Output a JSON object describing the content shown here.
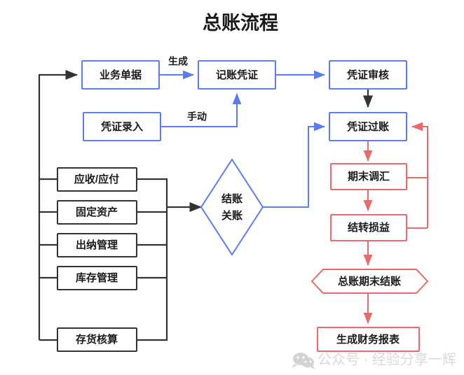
{
  "title": "总账流程",
  "colors": {
    "blue": "#5b7cf0",
    "red": "#ea6a6a",
    "black": "#333333",
    "text": "#1a1a1a",
    "watermark": "#d9d9d9",
    "background": "#ffffff"
  },
  "nodes": {
    "business_document": {
      "label": "业务单据",
      "shape": "rect",
      "color": "blue"
    },
    "accounting_voucher": {
      "label": "记账凭证",
      "shape": "rect",
      "color": "blue"
    },
    "voucher_review": {
      "label": "凭证审核",
      "shape": "rect",
      "color": "blue"
    },
    "voucher_entry": {
      "label": "凭证录入",
      "shape": "rect",
      "color": "blue"
    },
    "voucher_posting": {
      "label": "凭证过账",
      "shape": "rect",
      "color": "blue"
    },
    "settlement": {
      "label_line1": "结账",
      "label_line2": "关账",
      "shape": "diamond",
      "color": "blue"
    },
    "receivable_payable": {
      "label": "应收/应付",
      "shape": "rect",
      "color": "black"
    },
    "fixed_assets": {
      "label": "固定资产",
      "shape": "rect",
      "color": "black"
    },
    "cashier_management": {
      "label": "出纳管理",
      "shape": "rect",
      "color": "black"
    },
    "inventory_management": {
      "label": "库存管理",
      "shape": "rect",
      "color": "black"
    },
    "stock_accounting": {
      "label": "存货核算",
      "shape": "rect",
      "color": "black"
    },
    "period_end_revaluation": {
      "label": "期末调汇",
      "shape": "rect",
      "color": "red"
    },
    "carry_forward_profit": {
      "label": "结转损益",
      "shape": "rect",
      "color": "red"
    },
    "gl_period_close": {
      "label": "总账期末结账",
      "shape": "hexagon",
      "color": "red"
    },
    "generate_reports": {
      "label": "生成财务报表",
      "shape": "rect",
      "color": "red"
    }
  },
  "edge_labels": {
    "generate": "生成",
    "manual": "手动"
  },
  "watermark": {
    "text": "公众号 · 经验分享一辉",
    "icon": "wechat-icon"
  }
}
